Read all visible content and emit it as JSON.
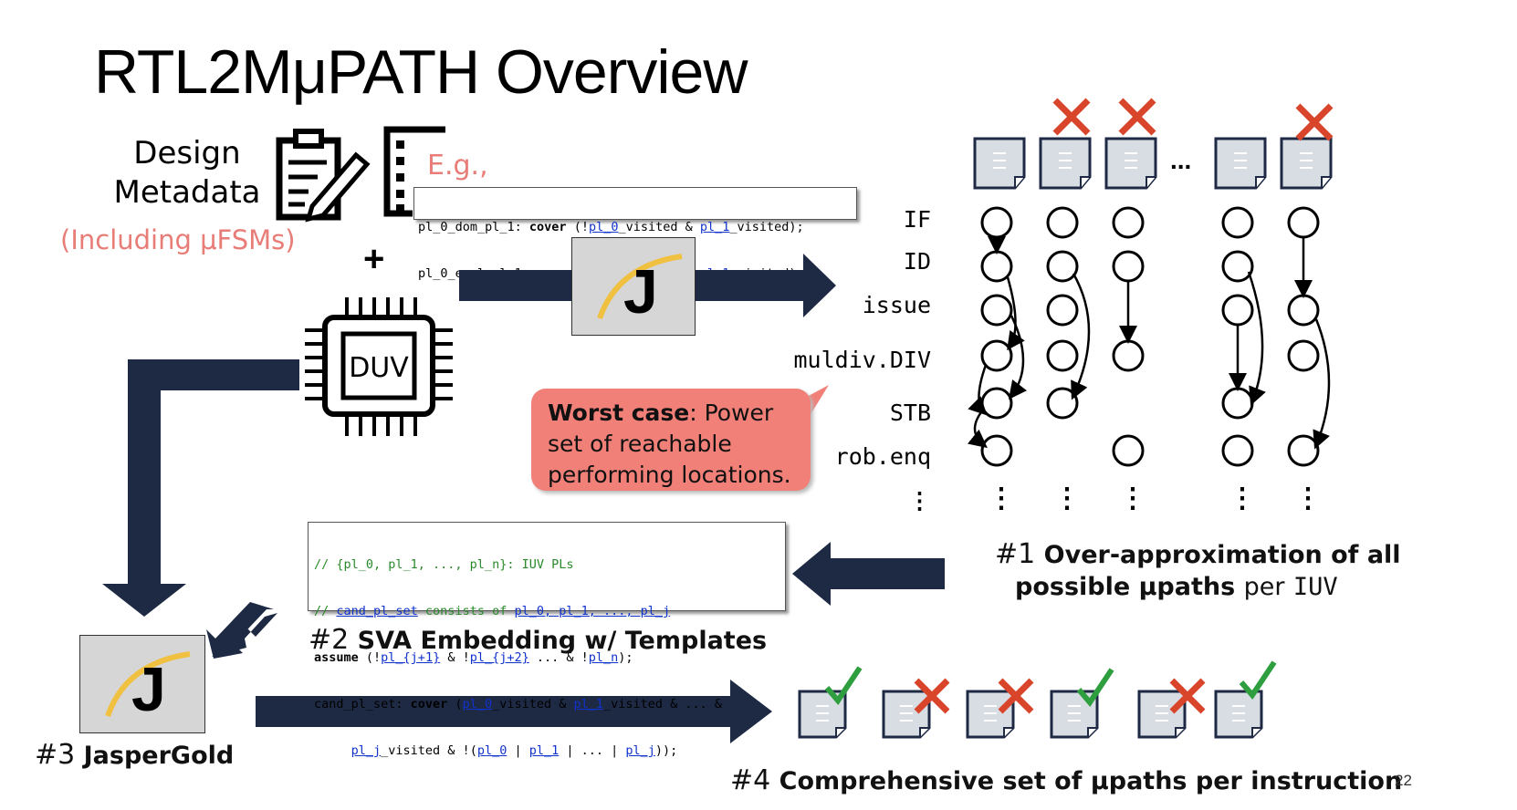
{
  "title": "RTL2MμPATH Overview",
  "design_metadata": {
    "line1": "Design",
    "line2": "Metadata",
    "note": "(Including μFSMs)"
  },
  "eg_label": "E.g.,",
  "plus": "+",
  "duv_label": "DUV",
  "cover_code": [
    [
      {
        "t": "pl_0_dom_pl_1: "
      },
      {
        "t": "cover",
        "c": "kw"
      },
      {
        "t": " (!"
      },
      {
        "t": "pl_0",
        "c": "bl"
      },
      {
        "t": "_visited & "
      },
      {
        "t": "pl_1",
        "c": "bl"
      },
      {
        "t": "_visited);"
      }
    ],
    [
      {
        "t": "pl_0_excl_pl_1: "
      },
      {
        "t": "cover",
        "c": "kw"
      },
      {
        "t": " ("
      },
      {
        "t": "pl_0",
        "c": "bl"
      },
      {
        "t": "_visited & "
      },
      {
        "t": "pl_1",
        "c": "bl"
      },
      {
        "t": "_visited);"
      }
    ]
  ],
  "stages": [
    "IF",
    "ID",
    "issue",
    "muldiv.DIV",
    "STB",
    "rob.enq",
    "⋮"
  ],
  "bubble": {
    "bold": "Worst case",
    "text": ": Power set of reachable performing locations."
  },
  "label1": {
    "num": "#1",
    "line1": "Over-approximation of all",
    "line2a": "possible μpaths",
    "line2b": "per",
    "line2c": "IUV"
  },
  "sva_code": [
    [
      {
        "t": "// {pl_0, pl_1, ..., pl_n}: IUV PLs",
        "c": "cm"
      }
    ],
    [
      {
        "t": "// ",
        "c": "cm"
      },
      {
        "t": "cand_pl_set",
        "c": "bl"
      },
      {
        "t": " consists of ",
        "c": "cm"
      },
      {
        "t": "pl_0, pl_1, ..., pl_j",
        "c": "bl"
      }
    ],
    [
      {
        "t": "assume",
        "c": "kw"
      },
      {
        "t": " (!"
      },
      {
        "t": "pl_{j+1}",
        "c": "bl"
      },
      {
        "t": " & !"
      },
      {
        "t": "pl_{j+2}",
        "c": "bl"
      },
      {
        "t": " ... & !"
      },
      {
        "t": "pl_n",
        "c": "bl"
      },
      {
        "t": ");"
      }
    ],
    [
      {
        "t": "cand_pl_set: "
      },
      {
        "t": "cover",
        "c": "kw"
      },
      {
        "t": " ("
      },
      {
        "t": "pl_0",
        "c": "bl"
      },
      {
        "t": "_visited & "
      },
      {
        "t": "pl_1",
        "c": "bl"
      },
      {
        "t": "_visited & ... &"
      }
    ],
    [
      {
        "t": "     "
      },
      {
        "t": "pl_j",
        "c": "bl"
      },
      {
        "t": "_visited & !("
      },
      {
        "t": "pl_0",
        "c": "bl"
      },
      {
        "t": " | "
      },
      {
        "t": "pl_1",
        "c": "bl"
      },
      {
        "t": " | ... | "
      },
      {
        "t": "pl_j",
        "c": "bl"
      },
      {
        "t": "));"
      }
    ]
  ],
  "label2": {
    "num": "#2",
    "text": "SVA Embedding w/ Templates"
  },
  "label3": {
    "num": "#3",
    "text": "JasperGold"
  },
  "label4": {
    "num": "#4",
    "text": "Comprehensive set of μpaths per instruction"
  },
  "top_ellipsis": "...",
  "page_number": "22",
  "colors": {
    "arrow": "#1e2a44",
    "accent_pink": "#e87d78",
    "bubble": "#f08078",
    "check": "#2e9e3e",
    "cross": "#d9452b",
    "doc": "#d8dde3"
  },
  "icons": [
    "clipboard-edit-icon",
    "checklist-icon",
    "chip-icon",
    "jaspergold-logo-icon",
    "document-icon",
    "check-icon",
    "cross-icon"
  ]
}
